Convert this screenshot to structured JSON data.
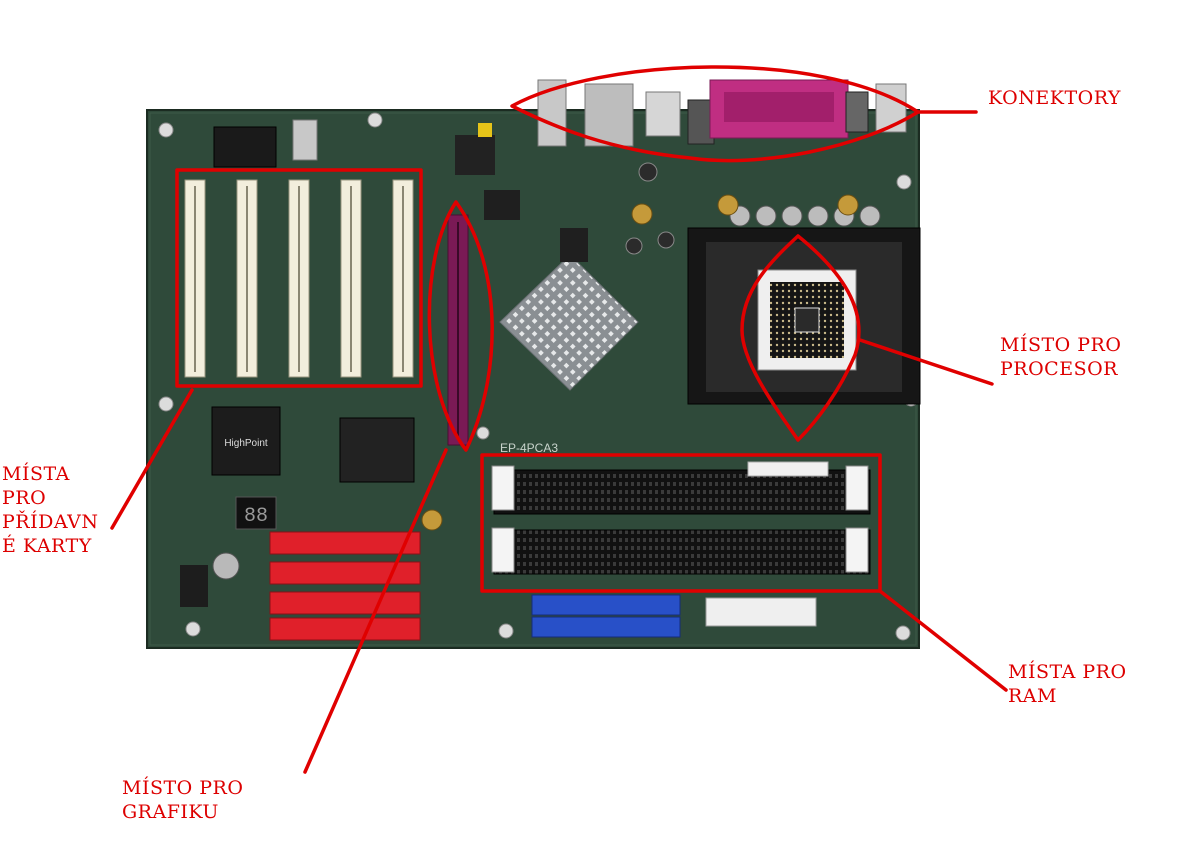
{
  "labels": {
    "konektory": "KONEKTORY",
    "procesor": "MÍSTO PRO\nPROCESOR",
    "karty": "MÍSTA\nPRO\nPŘÍDAVN\nÉ KARTY",
    "ram": "MÍSTA PRO\nRAM",
    "grafika": "MÍSTO PRO\nGRAFIKU"
  },
  "board": {
    "chip_text": "HighPoint",
    "model_text": "EP-4PCA3",
    "post_display": "88"
  },
  "colors": {
    "annotation": "#e00000",
    "pcb": "#2f4a3a",
    "pci_slot": "#f2eedc",
    "agp_slot": "#7a1a55",
    "ide_red": "#e0202a",
    "ide_blue": "#2850c8",
    "parallel_port": "#c02e82"
  }
}
